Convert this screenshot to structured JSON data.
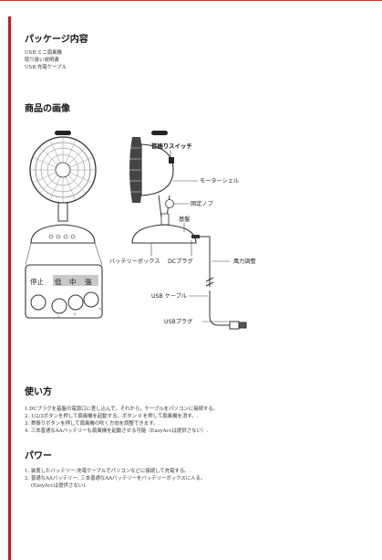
{
  "package": {
    "title": "パッケージ内容",
    "items": [
      "USB ミニ扇風機",
      "取り扱い説明書",
      "USB 充電ケーブル"
    ]
  },
  "product_image": {
    "title": "商品の画像",
    "callouts": {
      "swing_switch": "首振りスイッチ",
      "motor_shell": "モーターシェル",
      "fixed_knob": "固定ノブ",
      "base": "基盤",
      "battery_box": "バッテリーボックス",
      "dc_plug": "DCプラグ",
      "wind_adjust": "風力調整",
      "usb_cable": "USB ケーブル",
      "usb_plug": "USBプラグ"
    },
    "panel": {
      "stop": "停止",
      "low": "低",
      "mid": "中",
      "high": "強",
      "mark1": "1",
      "mark2": "0",
      "mark3": "✴"
    }
  },
  "usage": {
    "title": "使い方",
    "steps": [
      "1.DCプラグを基盤の電源口に差し込んで，それから，ケーブルをパソコンに接続する。",
      "2. 1/2/3ボタンを押して扇風機を起動する，ボタン 0 を押して扇風機を消す。.",
      "3. 首振りボタンを押して扇風機の吹く方向を調整できます。.",
      "4. 三本普通なAAバッテリーも扇風機を起動させる可能（EasyAccは提供さない）."
    ]
  },
  "power": {
    "title": "パワー",
    "items": [
      "1. 装置したバッテリー:充電ケーブルでパソコンなどに接続して充電する。.",
      "2. 普通なAAバッテリー: 三本普通なAAバッテリーをバッテリーボックスに入る。",
      "    (EasyAccは提供さない)."
    ]
  }
}
